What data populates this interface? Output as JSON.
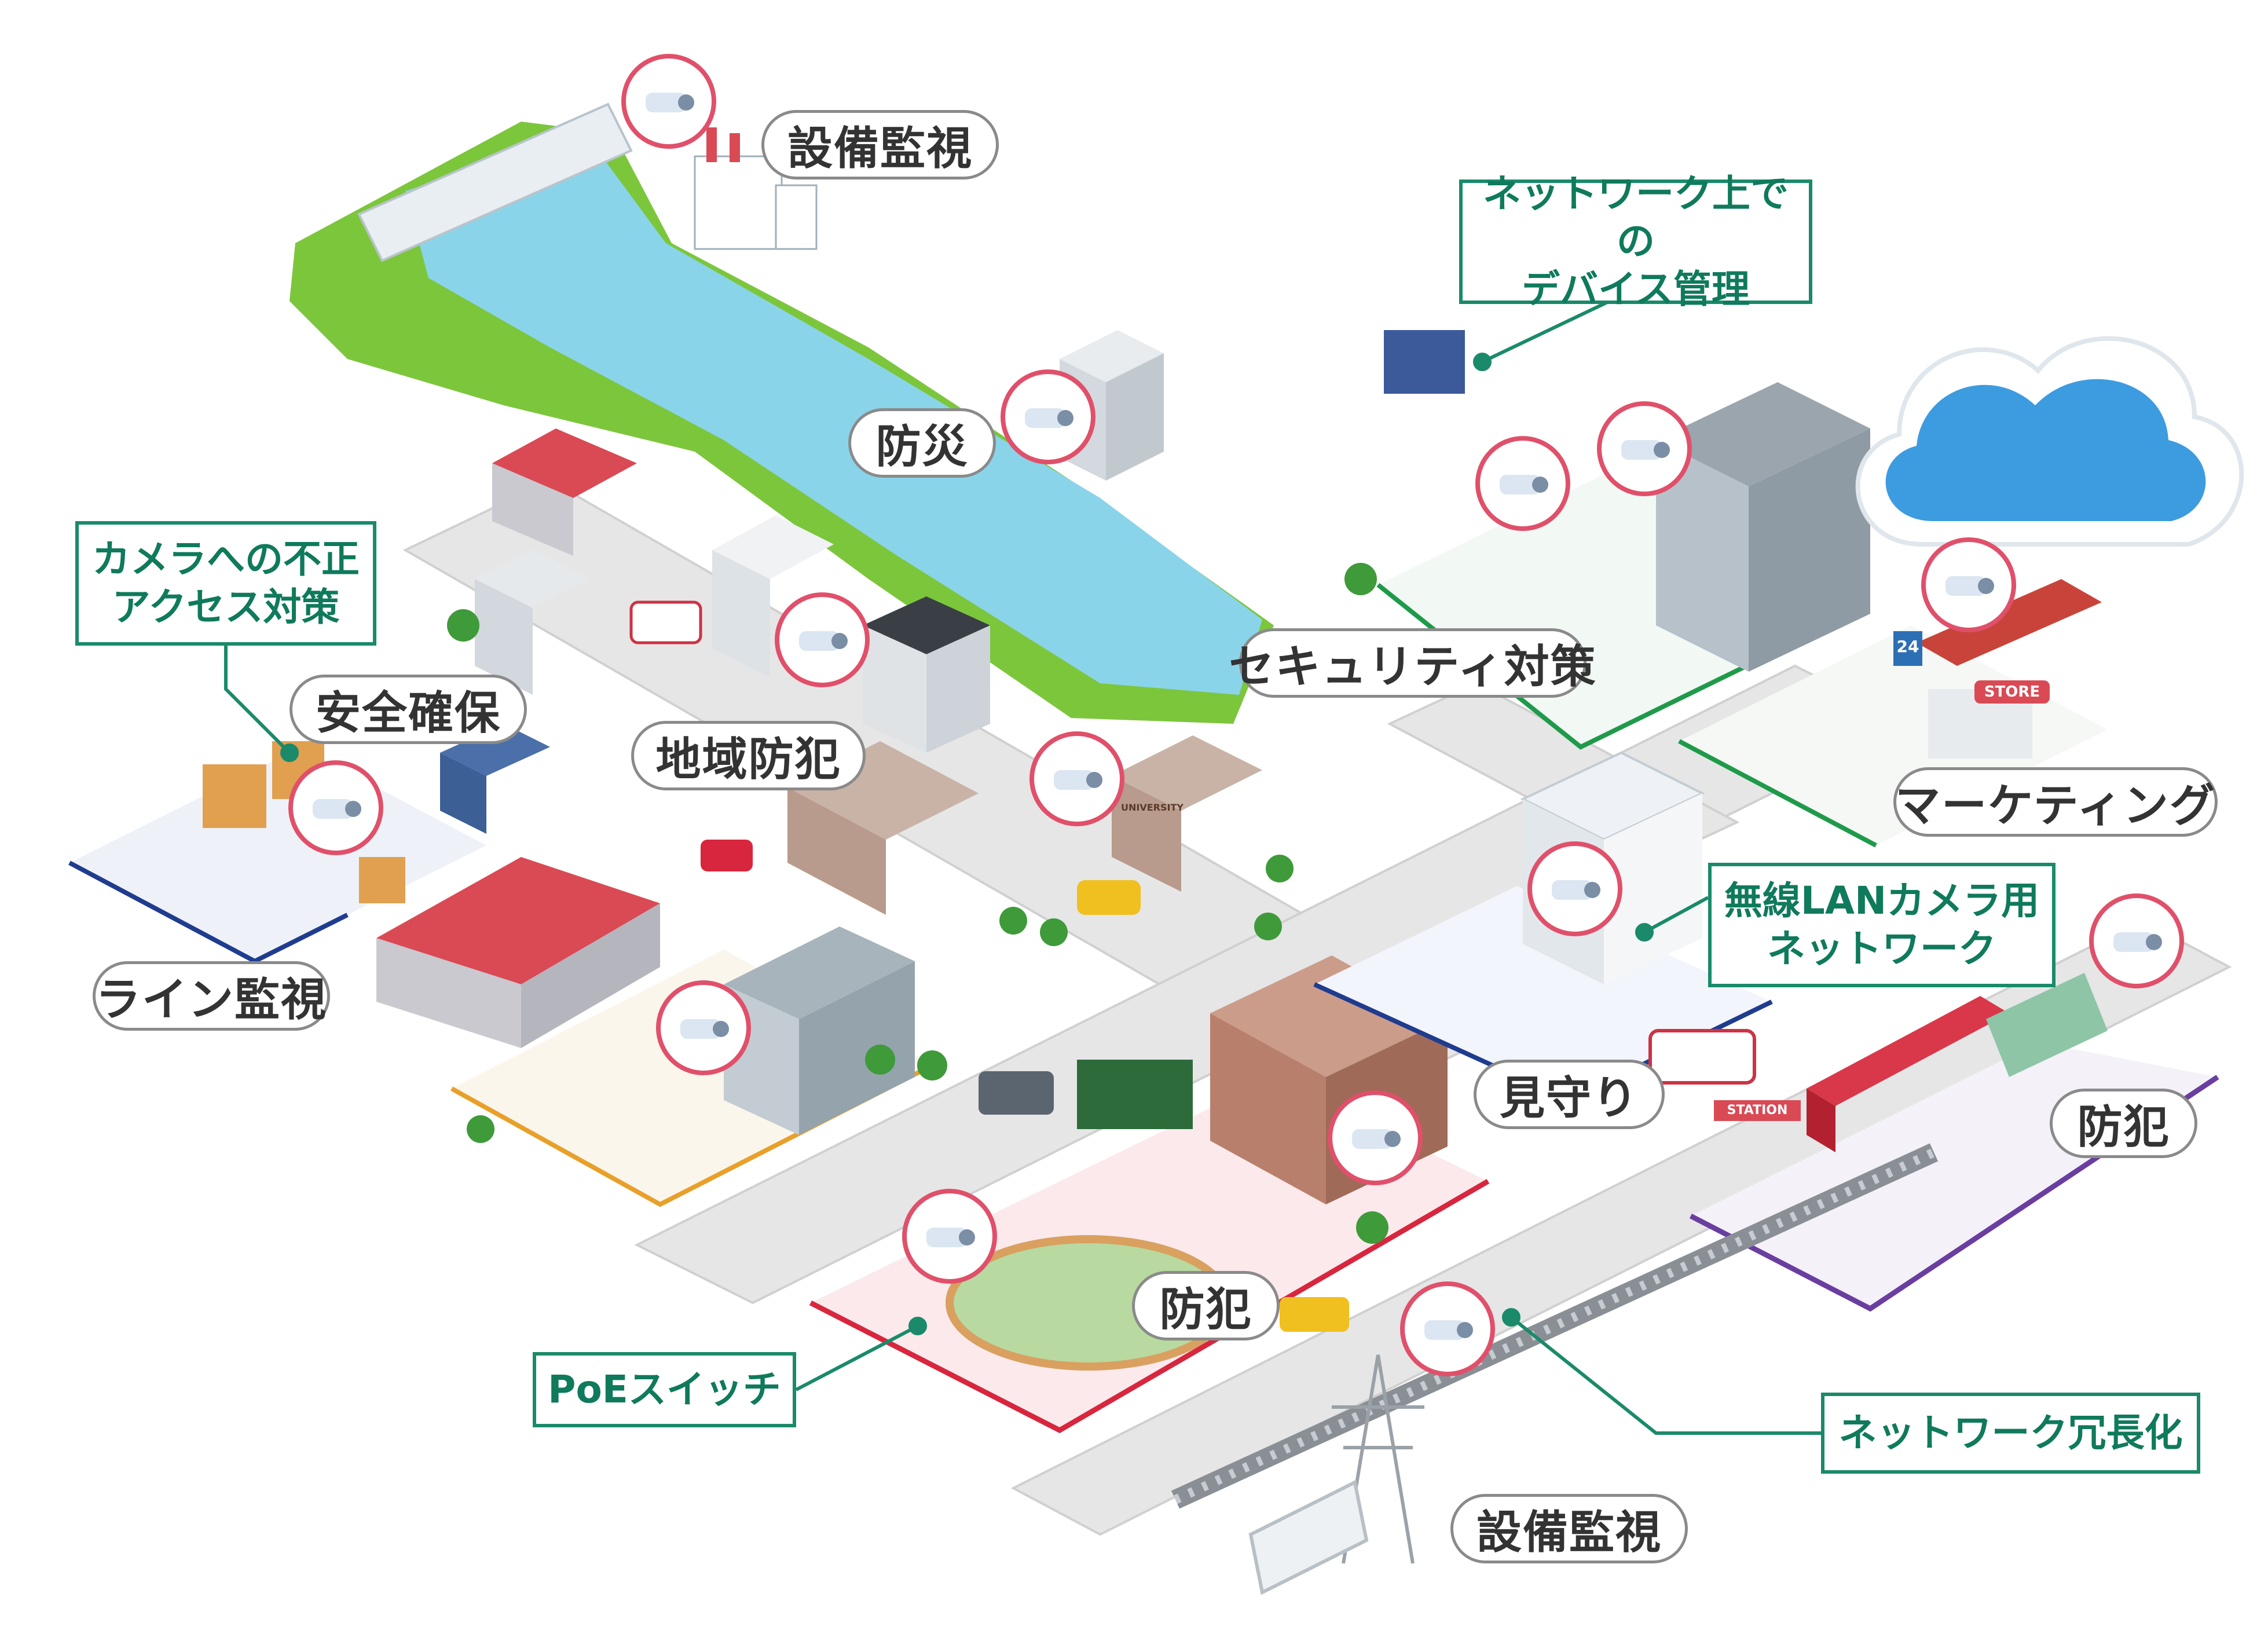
{
  "colors": {
    "accent_green": "#1a8a6a",
    "pill_border": "#8a8a8a",
    "camera_ring": "#e0506a",
    "water": "#8ad4ea",
    "grass": "#7cc63c",
    "roof_red": "#d94a55",
    "zone_blue": "#1f3c8f",
    "zone_orange": "#e8a02a",
    "zone_red": "#d7263d",
    "zone_purple": "#6a3ea0",
    "zone_green": "#1f9a4a"
  },
  "pill_labels": {
    "top_equipment": "設備監視",
    "disaster": "防災",
    "security_measures": "セキュリティ対策",
    "safety": "安全確保",
    "community_crime": "地域防犯",
    "marketing": "マーケティング",
    "line_monitoring": "ライン監視",
    "watching": "見守り",
    "station_crime": "防犯",
    "school_crime": "防犯",
    "bottom_equipment": "設備監視"
  },
  "callouts": {
    "network_device_mgmt": [
      "ネットワーク上での",
      "デバイス管理"
    ],
    "camera_access": [
      "カメラへの不正",
      "アクセス対策"
    ],
    "wireless_lan": [
      "無線LANカメラ用",
      "ネットワーク"
    ],
    "poe_switch": [
      "PoEスイッチ"
    ],
    "network_redundancy": [
      "ネットワーク冗長化"
    ]
  },
  "signs": {
    "store": "STORE",
    "station": "STATION",
    "university": "UNIVERSITY",
    "store_number": "24"
  },
  "icons": [
    "camera-icon",
    "cloud-icon"
  ]
}
